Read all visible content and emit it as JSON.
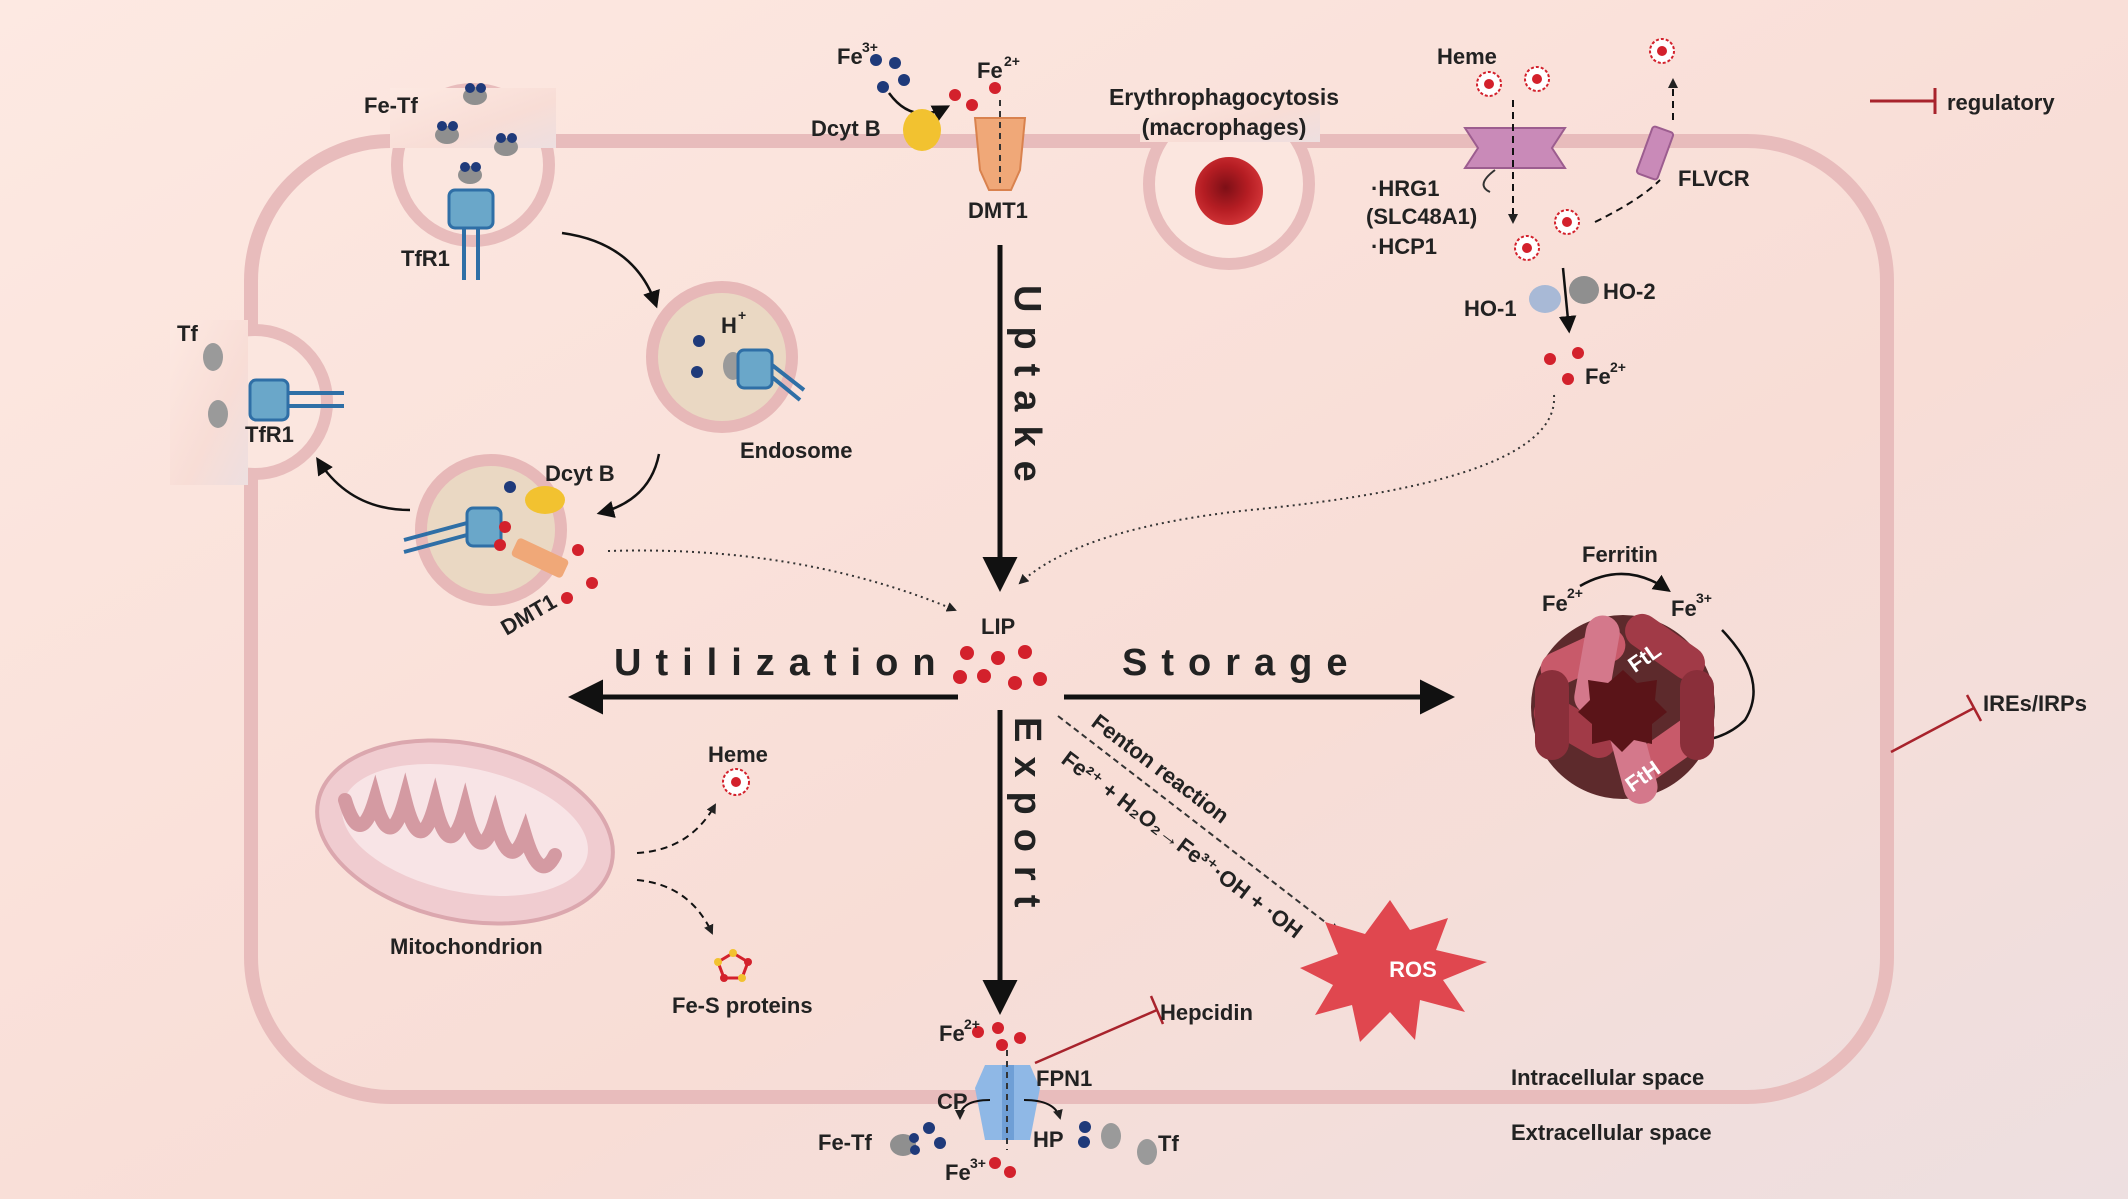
{
  "labels": {
    "fe_tf_top": "Fe-Tf",
    "tfr1_top": "TfR1",
    "tf_left": "Tf",
    "tfr1_left": "TfR1",
    "h_plus": "H",
    "h_plus_sup": "+",
    "endosome": "Endosome",
    "dcytb_left": "Dcyt B",
    "dmt1_left": "DMT1",
    "fe3_top": "Fe",
    "fe3_top_sup": "3+",
    "dcytb_top": "Dcyt  B",
    "fe2_top": "Fe",
    "fe2_top_sup": "2+",
    "dmt1_top": "DMT1",
    "erythrophagocytosis": "Erythrophagocytosis",
    "macrophages": "(macrophages)",
    "heme_top": "Heme",
    "hrg1": "·HRG1",
    "slc48a1": "(SLC48A1)",
    "hcp1": "·HCP1",
    "flvcr": "FLVCR",
    "ho1": "HO-1",
    "ho2": "HO-2",
    "fe2_right": "Fe",
    "fe2_right_sup": "2+",
    "regulatory": "regulatory",
    "uptake": "Uptake",
    "lip": "LIP",
    "utilization": "Utilization",
    "storage": "Storage",
    "export": "Export",
    "ferritin": "Ferritin",
    "ferritin_fe2": "Fe",
    "ferritin_fe2_sup": "2+",
    "ferritin_fe3": "Fe",
    "ferritin_fe3_sup": "3+",
    "ftl": "FtL",
    "fth": "FtH",
    "ires_irps": "IREs/IRPs",
    "heme_mid": "Heme",
    "mitochondrion": "Mitochondrion",
    "fes_proteins": "Fe-S proteins",
    "fenton_reaction": "Fenton  reaction",
    "fenton_equation": "Fe²⁺ + H₂O₂→Fe³⁺·OH + ·OH",
    "ros": "ROS",
    "hepcidin": "Hepcidin",
    "fe2_bottom": "Fe",
    "fe2_bottom_sup": "2+",
    "fpn1": "FPN1",
    "cp": "CP",
    "hp": "HP",
    "fe_tf_bottom": "Fe-Tf",
    "tf_bottom": "Tf",
    "fe3_bottom": "Fe",
    "fe3_bottom_sup": "3+",
    "intracellular_space": "Intracellular  space",
    "extracellular_space": "Extracellular space"
  },
  "colors": {
    "membrane": "#e8bcbc",
    "iron_red": "#d3212c",
    "iron_blue": "#1f3a7a",
    "regulatory_red": "#a8232c",
    "tfr1_blue": "#2f6fa6",
    "dcytb_yellow": "#f2c230",
    "dmt1_orange": "#f0a878",
    "ros_red": "#e0474f",
    "ferritin_pink": "#c85a6a"
  }
}
